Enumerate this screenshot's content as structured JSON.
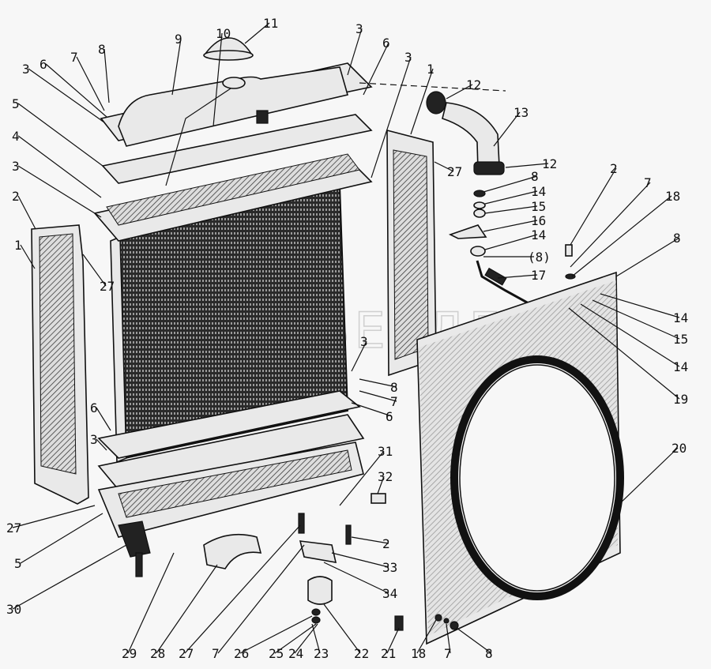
{
  "watermark": "ВЕЗДЕКА",
  "callouts": [
    "11",
    "10",
    "9",
    "3",
    "6",
    "3",
    "1",
    "12",
    "13",
    "12",
    "27",
    "8",
    "7",
    "6",
    "3",
    "5",
    "4",
    "3",
    "2",
    "1",
    "27",
    "8",
    "14",
    "15",
    "16",
    "14",
    "(8)",
    "17",
    "2",
    "7",
    "18",
    "8",
    "14",
    "15",
    "14",
    "19",
    "20",
    "3",
    "8",
    "7",
    "6",
    "6",
    "3",
    "31",
    "32",
    "2",
    "33",
    "34",
    "27",
    "5",
    "30",
    "29",
    "28",
    "27",
    "7",
    "26",
    "25",
    "24",
    "23",
    "22",
    "21",
    "18",
    "7",
    "8"
  ]
}
